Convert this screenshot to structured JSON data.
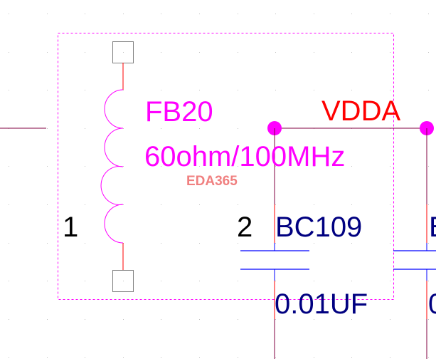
{
  "ferrite_bead": {
    "designator": "FB20",
    "value": "60ohm/100MHz",
    "pin1": "1",
    "pin2": "2"
  },
  "watermark": "EDA365",
  "net": {
    "name": "VDDA"
  },
  "capacitor": {
    "designator": "BC109",
    "value": "0.01UF"
  },
  "capacitor_partial": {
    "designator": "B",
    "value": "0"
  },
  "colors": {
    "wire": "#800040",
    "pin": "#ff0000",
    "part_body": "#ff00ff",
    "cap_body": "#0000ff",
    "cap_text": "#000080",
    "net_label": "#ff0000",
    "watermark": "#f08080",
    "pad": "#808080"
  }
}
